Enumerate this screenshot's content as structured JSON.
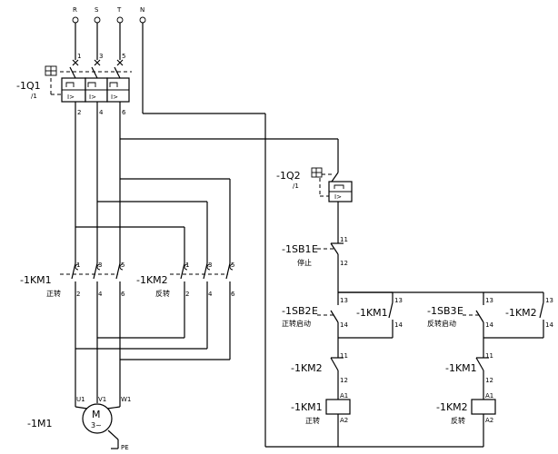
{
  "supply": {
    "r": "R",
    "s": "S",
    "t": "T",
    "n": "N"
  },
  "q1": {
    "label": "-1Q1",
    "sheet": "/1",
    "top_terms": [
      "1",
      "3",
      "5"
    ],
    "bot_terms": [
      "2",
      "4",
      "6"
    ],
    "trip": "I>"
  },
  "q2": {
    "label": "-1Q2",
    "sheet": "/1",
    "trip": "I>"
  },
  "km1_main": {
    "label": "-1KM1",
    "caption": "正转",
    "top": [
      "1",
      "3",
      "5"
    ],
    "bot": [
      "2",
      "4",
      "6"
    ]
  },
  "km2_main": {
    "label": "-1KM2",
    "caption": "反转",
    "top": [
      "1",
      "3",
      "5"
    ],
    "bot": [
      "2",
      "4",
      "6"
    ]
  },
  "motor": {
    "label": "-1M1",
    "sym": "M",
    "phase": "3~",
    "terms": [
      "U1",
      "V1",
      "W1"
    ],
    "pe": "PE"
  },
  "sb1": {
    "label": "-1SB1",
    "e": "E",
    "caption": "停止",
    "t1": "11",
    "t2": "12"
  },
  "sb2": {
    "label": "-1SB2",
    "e": "E",
    "caption": "正转启动",
    "t1": "13",
    "t2": "14"
  },
  "sb3": {
    "label": "-1SB3",
    "e": "E",
    "caption": "反转启动",
    "t1": "13",
    "t2": "14"
  },
  "km1_hold": {
    "label": "-1KM1",
    "t1": "13",
    "t2": "14"
  },
  "km2_hold": {
    "label": "-1KM2",
    "t1": "13",
    "t2": "14"
  },
  "km2_inter": {
    "label": "-1KM2",
    "t1": "11",
    "t2": "12"
  },
  "km1_inter": {
    "label": "-1KM1",
    "t1": "11",
    "t2": "12"
  },
  "coil1": {
    "label": "-1KM1",
    "caption": "正转",
    "a1": "A1",
    "a2": "A2"
  },
  "coil2": {
    "label": "-1KM2",
    "caption": "反转",
    "a1": "A1",
    "a2": "A2"
  }
}
